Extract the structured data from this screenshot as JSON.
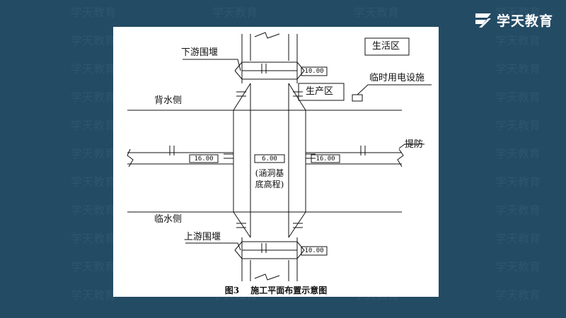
{
  "brand": {
    "name": "学天教育",
    "watermark_text": "学天教育"
  },
  "colors": {
    "background": "#234b64",
    "card": "#ffffff",
    "ink": "#111111"
  },
  "diagram": {
    "labels": {
      "downstream_cofferdam": "下游围堰",
      "upstream_cofferdam": "上游围堰",
      "living_area": "生活区",
      "production_area": "生产区",
      "temp_power": "临时用电设施",
      "back_water_side": "背水侧",
      "facing_water_side": "临水侧",
      "levee": "提防",
      "culvert_note_line1": "(涵洞基",
      "culvert_note_line2": "底高程)"
    },
    "elevations": {
      "downstream_cofferdam": "10.00",
      "upstream_cofferdam": "10.00",
      "levee_left": "16.00",
      "levee_right": "16.00",
      "culvert_bottom": "6.00"
    },
    "caption": {
      "figure_no": "图3",
      "title": "施工平面布置示意图"
    }
  }
}
